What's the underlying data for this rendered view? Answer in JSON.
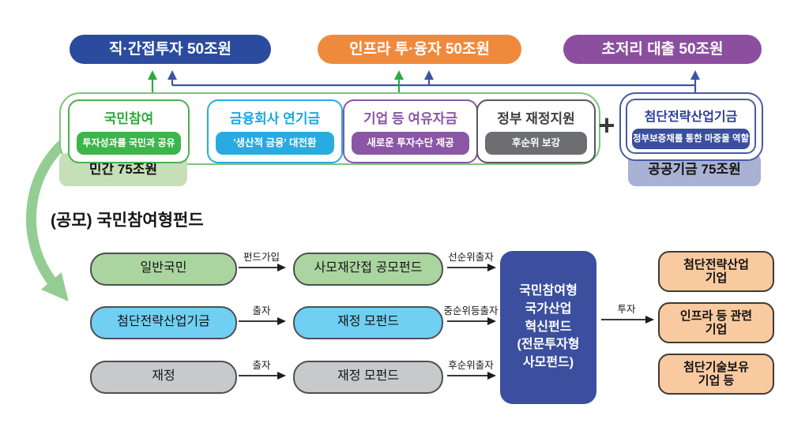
{
  "palette": {
    "banner_blue": "#2b4c9e",
    "banner_orange": "#ef8a3d",
    "banner_purple": "#8c4fa0",
    "green": "#3db54a",
    "light_green_fill": "#c5dfb6",
    "sky_blue": "#29abe2",
    "purple": "#8a56a5",
    "gray": "#6d6e71",
    "dark_blue": "#3b4f9e",
    "periwinkle_fill": "#a9b2d5",
    "pill_green": "#aad5a0",
    "pill_blue": "#70cff2",
    "pill_gray": "#c8c9cb",
    "target_orange": "#f9caa0",
    "curved_arrow_green": "#93cd93"
  },
  "banners": [
    {
      "label": "직·간접투자 50조원"
    },
    {
      "label": "인프라 투·융자 50조원"
    },
    {
      "label": "초저리 대출 50조원"
    }
  ],
  "sources": {
    "private_group": {
      "items": [
        {
          "title": "국민참여",
          "subtitle": "투자성과를 국민과 공유"
        },
        {
          "title": "금융회사 연기금",
          "subtitle": "'생산적 금융' 대전환"
        },
        {
          "title": "기업 등 여유자금",
          "subtitle": "새로운 투자수단 제공"
        },
        {
          "title": "정부 재정지원",
          "subtitle": "후순위 보강"
        }
      ],
      "total": "민간 75조원"
    },
    "plus": "+",
    "public_group": {
      "title": "첨단전략산업기금",
      "subtitle": "정부보증채를 통한 마중물 역할",
      "total": "공공기금 75조원"
    }
  },
  "fund_flow": {
    "heading": "(공모) 국민참여형펀드",
    "rows": [
      {
        "source": "일반국민",
        "arrow1": "펀드가입",
        "mid": "사모재간접 공모펀드",
        "arrow2": "선순위출자"
      },
      {
        "source": "첨단전략산업기금",
        "arrow1": "출자",
        "mid": "재정 모펀드",
        "arrow2": "중순위등출자"
      },
      {
        "source": "재정",
        "arrow1": "출자",
        "mid": "재정 모펀드",
        "arrow2": "후순위출자"
      }
    ],
    "hub": {
      "lines": [
        "국민참여형",
        "국가산업",
        "혁신펀드",
        "(전문투자형",
        "사모펀드)"
      ]
    },
    "invest_label": "투자",
    "targets": [
      {
        "line1": "첨단전략산업",
        "line2": "기업"
      },
      {
        "line1": "인프라 등 관련",
        "line2": "기업"
      },
      {
        "line1": "첨단기술보유",
        "line2": "기업 등"
      }
    ]
  }
}
